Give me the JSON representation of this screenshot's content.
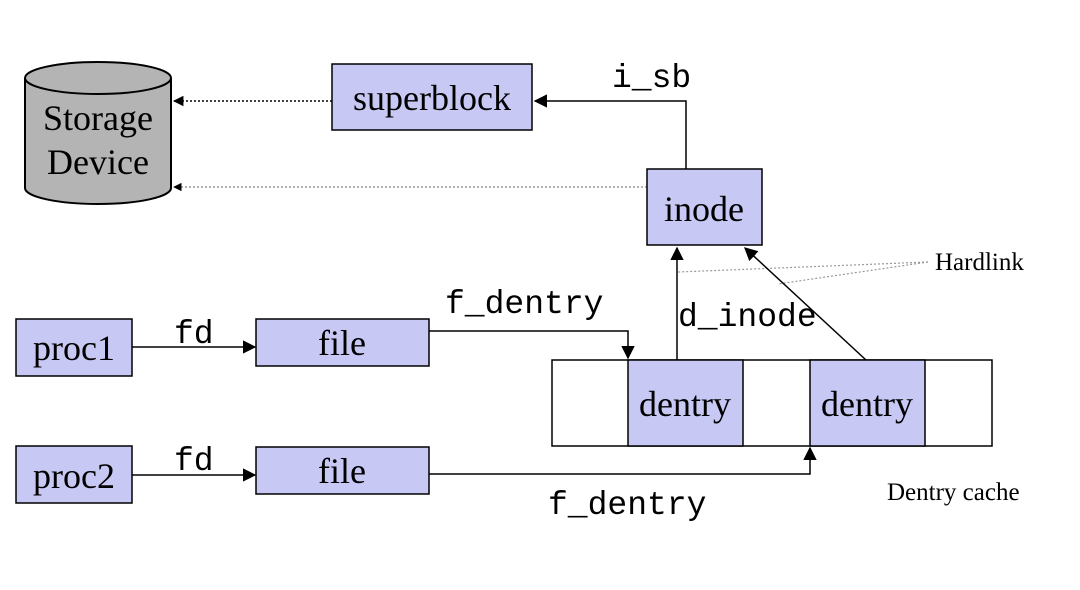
{
  "colors": {
    "box_fill": "#c8c8f5",
    "storage_fill": "#b4b4b4",
    "stroke": "#000000",
    "dotted": "#999999"
  },
  "storage": {
    "line1": "Storage",
    "line2": "Device"
  },
  "superblock": "superblock",
  "inode": "inode",
  "proc1": "proc1",
  "proc2": "proc2",
  "file1": "file",
  "file2": "file",
  "dentry1": "dentry",
  "dentry2": "dentry",
  "labels": {
    "i_sb": "i_sb",
    "fd1": "fd",
    "fd2": "fd",
    "f_dentry_top": "f_dentry",
    "f_dentry_bottom": "f_dentry",
    "d_inode": "d_inode",
    "hardlink": "Hardlink",
    "dentry_cache": "Dentry cache"
  }
}
